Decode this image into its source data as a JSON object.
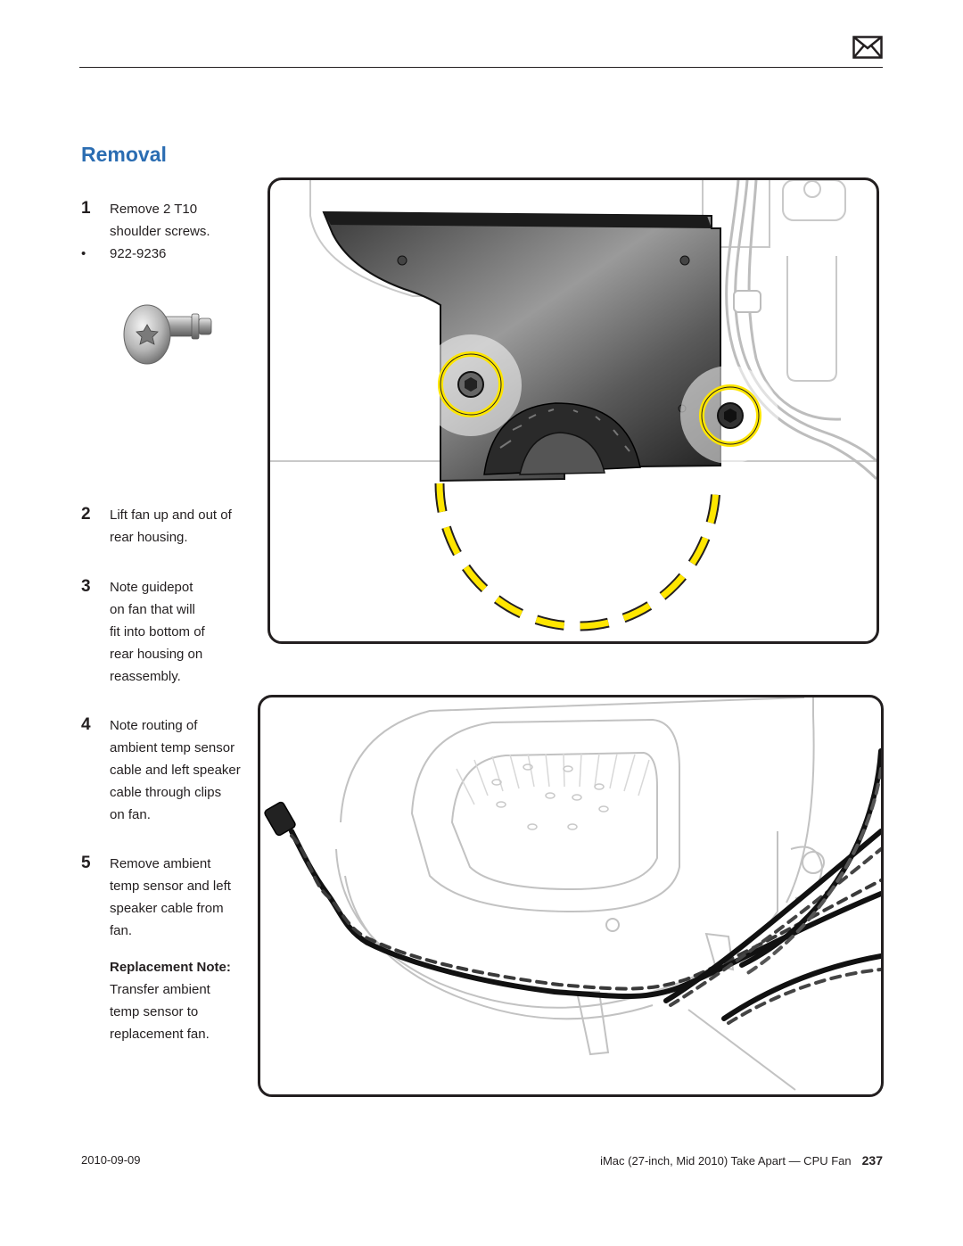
{
  "header": {
    "icon": "envelope-icon"
  },
  "section": {
    "title": "Removal"
  },
  "steps": [
    {
      "number": "1",
      "text": "Remove 2 T10\nshoulder screws."
    },
    {
      "number": "2",
      "text": "Lift fan up and out of\nrear housing."
    },
    {
      "number": "3",
      "text": "Note guidepot\non fan that will\nfit into bottom of\nrear housing on\nreassembly."
    },
    {
      "number": "4",
      "text": "Note routing of\nambient temp sensor\ncable and left speaker\ncable through clips\non fan."
    },
    {
      "number": "5",
      "text": "Remove ambient\ntemp sensor and left\nspeaker cable from\nfan."
    }
  ],
  "part_number": {
    "bullet": "•",
    "value": "922-9236"
  },
  "replacement_note": {
    "label": "Replacement Note:",
    "text": "Transfer ambient\ntemp sensor to\nreplacement fan."
  },
  "colors": {
    "title": "#2b6db2",
    "callout": "#ffe600",
    "callout_outline": "#231f20"
  },
  "footer": {
    "date": "2010-09-09",
    "doc_title": "iMac (27-inch, Mid 2010) Take Apart — CPU Fan",
    "page": "237"
  }
}
